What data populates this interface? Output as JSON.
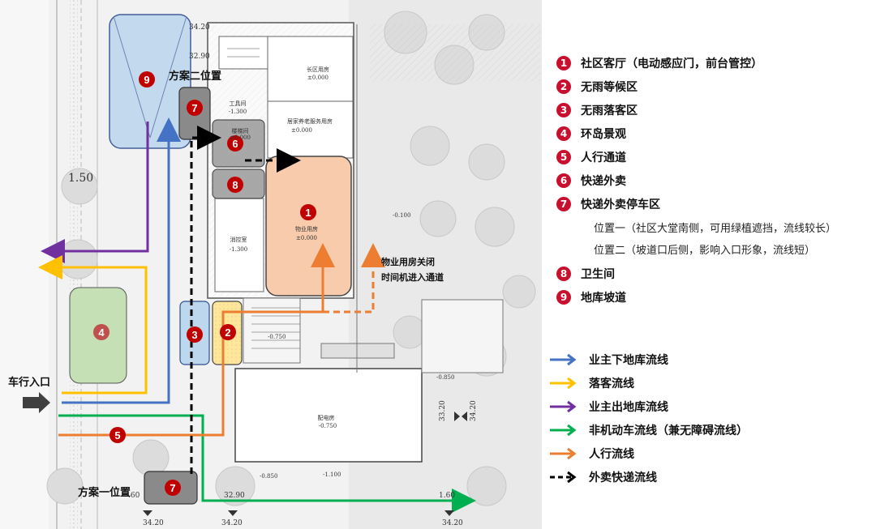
{
  "plan": {
    "option2_label": "方案二位置",
    "option1_label": "方案一位置",
    "car_entrance": "车行入口",
    "closed_note_line1": "物业用房关闭",
    "closed_note_line2": "时间机进入通道",
    "rooms": {
      "chang_name": "长区用房",
      "chang_elev": "±0.000",
      "elder_name": "居家养老服务用房",
      "elder_elev": "±0.000",
      "tool_name": "工具间",
      "tool_elev": "-1.300",
      "stair_name": "楼梯间",
      "stair_elev": "±0.000",
      "fire_name": "消控室",
      "fire_elev": "-1.300",
      "prop_name": "物业用房",
      "prop_elev": "±0.000",
      "power_name": "配电房",
      "power_elev": "-0.750"
    },
    "elevations": {
      "e1": "34.20",
      "e2": "32.90",
      "e3": "-0.100",
      "e4": "-0.750",
      "e5": "-0.850",
      "e6": "-1.100",
      "e7": "-0.850",
      "e8": "33.20",
      "e9": "34.20",
      "e10": "34.20",
      "e11": "34.20",
      "e12": "32.90",
      "e13": "34.20",
      "e14": "1.60",
      "e15": ".60",
      "e16": "1.50"
    },
    "markers": [
      "1",
      "2",
      "3",
      "4",
      "5",
      "6",
      "7",
      "8",
      "9"
    ]
  },
  "legend": {
    "items": [
      {
        "num": "1",
        "label": "社区客厅（电动感应门，前台管控）"
      },
      {
        "num": "2",
        "label": "无雨等候区"
      },
      {
        "num": "3",
        "label": "无雨落客区"
      },
      {
        "num": "4",
        "label": "环岛景观"
      },
      {
        "num": "5",
        "label": "人行通道"
      },
      {
        "num": "6",
        "label": "快递外卖"
      },
      {
        "num": "7",
        "label": "快递外卖停车区"
      },
      {
        "num": "8",
        "label": "卫生间"
      },
      {
        "num": "9",
        "label": "地库坡道"
      }
    ],
    "sub1": "位置一（社区大堂南侧，可用绿植遮挡，流线较长）",
    "sub2": "位置二（坡道口后侧，影响入口形象，流线短）",
    "flows": [
      {
        "label": "业主下地库流线",
        "color": "#4472c4",
        "style": "solid"
      },
      {
        "label": "落客流线",
        "color": "#ffc000",
        "style": "solid"
      },
      {
        "label": "业主出地库流线",
        "color": "#7030a0",
        "style": "solid"
      },
      {
        "label": "非机动车流线（兼无障碍流线）",
        "color": "#00b050",
        "style": "solid"
      },
      {
        "label": "人行流线",
        "color": "#ed7d31",
        "style": "solid"
      },
      {
        "label": "外卖快递流线",
        "color": "#000000",
        "style": "dashed"
      }
    ]
  }
}
